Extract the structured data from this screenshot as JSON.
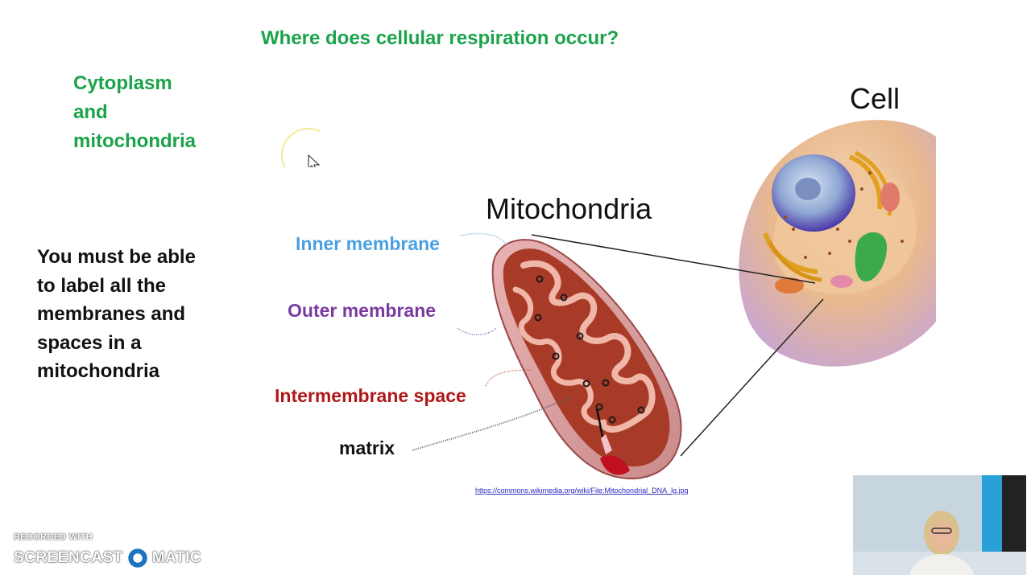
{
  "slide": {
    "title": "Where does cellular respiration occur?",
    "answer_lines": [
      "Cytoplasm",
      "and",
      "mitochondria"
    ],
    "note_lines": [
      "You must be able",
      "to label all the",
      "membranes and",
      "spaces in a",
      "mitochondria"
    ]
  },
  "labels": {
    "inner_membrane": "Inner membrane",
    "outer_membrane": "Outer membrane",
    "intermembrane_space": "Intermembrane space",
    "matrix": "matrix"
  },
  "diagram": {
    "mitochondria_title": "Mitochondria",
    "cell_title": "Cell",
    "source_link": "https://commons.wikimedia.org/wiki/File:Mitochondrial_DNA_lg.jpg"
  },
  "watermark": {
    "recorded_with": "RECORDED WITH",
    "brand_left": "SCREENCAST",
    "brand_right": "MATIC"
  },
  "colors": {
    "title_green": "#1aa34a",
    "inner_blue": "#4aa0e0",
    "outer_purple": "#7a3aa0",
    "intermembrane_red": "#b01818"
  }
}
